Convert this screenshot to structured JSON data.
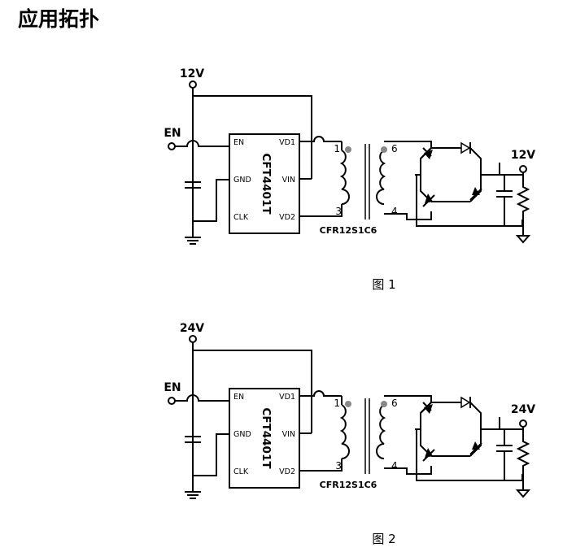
{
  "page": {
    "title": "应用拓扑"
  },
  "colors": {
    "wire": "#000000",
    "dot": "#888888",
    "background": "#ffffff"
  },
  "figures": [
    {
      "caption": "图 1",
      "vin_label": "12V",
      "en_label": "EN",
      "chip": {
        "name": "CFT4401T",
        "pins_left": [
          "EN",
          "GND",
          "CLK"
        ],
        "pins_right": [
          "VD1",
          "VIN",
          "VD2"
        ]
      },
      "transformer": {
        "part": "CFR12S1C6",
        "primary_pins": [
          "1",
          "3"
        ],
        "secondary_pins": [
          "6",
          "4"
        ]
      },
      "vout_label": "12V"
    },
    {
      "caption": "图 2",
      "vin_label": "24V",
      "en_label": "EN",
      "chip": {
        "name": "CFT4401T",
        "pins_left": [
          "EN",
          "GND",
          "CLK"
        ],
        "pins_right": [
          "VD1",
          "VIN",
          "VD2"
        ]
      },
      "transformer": {
        "part": "CFR12S1C6",
        "primary_pins": [
          "1",
          "3"
        ],
        "secondary_pins": [
          "6",
          "4"
        ]
      },
      "vout_label": "24V"
    }
  ]
}
